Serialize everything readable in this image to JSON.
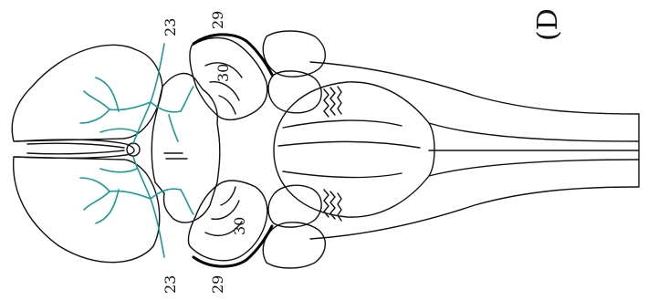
{
  "figure": {
    "panel_label": "(D",
    "labels": {
      "top_23": "23",
      "top_29": "29",
      "top_30": "30",
      "bottom_23": "23",
      "bottom_29": "29",
      "bottom_30": "30"
    },
    "colors": {
      "outline": "#111111",
      "vessels": "#1a9a96",
      "nerve": "#000000",
      "background": "#ffffff"
    }
  }
}
